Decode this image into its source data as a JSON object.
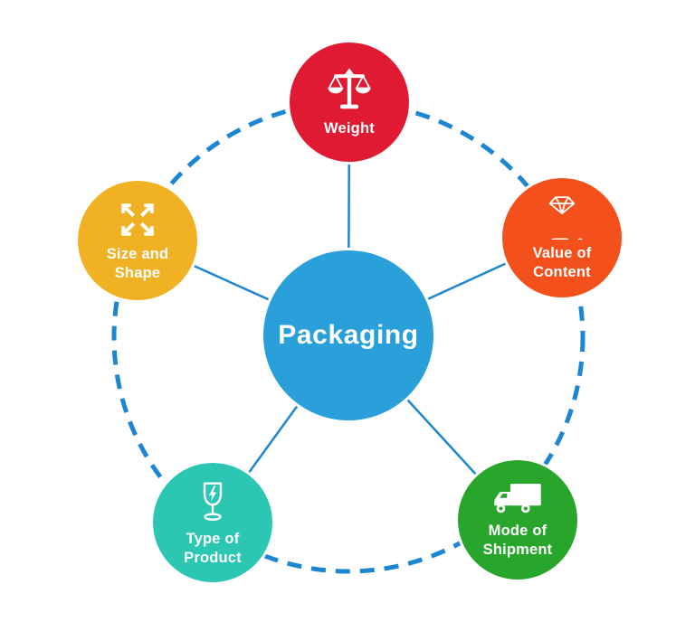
{
  "diagram_title": "Packaging",
  "background_color": "#ffffff",
  "connector": {
    "color": "#1d86d1",
    "style": "dashed outer ring with solid spokes"
  },
  "center": {
    "label": "Packaging",
    "color": "#29a0da",
    "text_color": "#ffffff"
  },
  "nodes": [
    {
      "id": "weight",
      "label": "Weight",
      "color": "#e01a32",
      "icon": "balance-scale-icon"
    },
    {
      "id": "value-of-content",
      "label": "Value of\nContent",
      "color": "#f4501c",
      "icon": "hand-holding-diamond-icon"
    },
    {
      "id": "mode-of-shipment",
      "label": "Mode of\nShipment",
      "color": "#28a52b",
      "icon": "delivery-truck-icon"
    },
    {
      "id": "type-of-product",
      "label": "Type of\nProduct",
      "color": "#2cc7b3",
      "icon": "fragile-glass-icon"
    },
    {
      "id": "size-and-shape",
      "label": "Size and\nShape",
      "color": "#f0b122",
      "icon": "expand-arrows-icon"
    }
  ]
}
